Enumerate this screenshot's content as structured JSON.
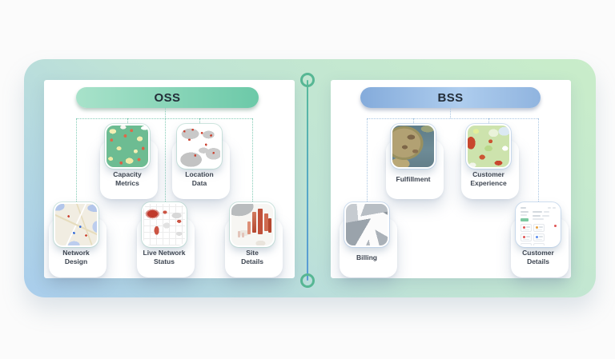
{
  "diagram": {
    "oss": {
      "title": "OSS",
      "nodes": [
        {
          "label": "Capacity\nMetrics",
          "thumb": "capacity-metrics-map"
        },
        {
          "label": "Location\nData",
          "thumb": "location-data-map"
        },
        {
          "label": "Network\nDesign",
          "thumb": "network-design-map"
        },
        {
          "label": "Live Network\nStatus",
          "thumb": "live-network-status-map"
        },
        {
          "label": "Site\nDetails",
          "thumb": "site-details-map"
        }
      ]
    },
    "bss": {
      "title": "BSS",
      "nodes": [
        {
          "label": "Fulfillment",
          "thumb": "fulfillment-map"
        },
        {
          "label": "Customer\nExperience",
          "thumb": "customer-experience-map"
        },
        {
          "label": "Billing",
          "thumb": "billing-map"
        },
        {
          "label": "Customer\nDetails",
          "thumb": "customer-details-dashboard"
        }
      ]
    },
    "colors": {
      "oss_pill_gradient": [
        "#a8e2ca",
        "#6cc9a8"
      ],
      "bss_pill_gradient": [
        "#84abdb",
        "#aecdee",
        "#90b4df"
      ],
      "oss_connector": "#85ccb6",
      "bss_connector": "#a9c6e2",
      "spine_ring": "#57b794",
      "spine_line_gradient": [
        "#58bb9b",
        "#5b9bd8"
      ],
      "backdrop_gradient": [
        "#a9cdec",
        "#c9edc9"
      ]
    }
  }
}
